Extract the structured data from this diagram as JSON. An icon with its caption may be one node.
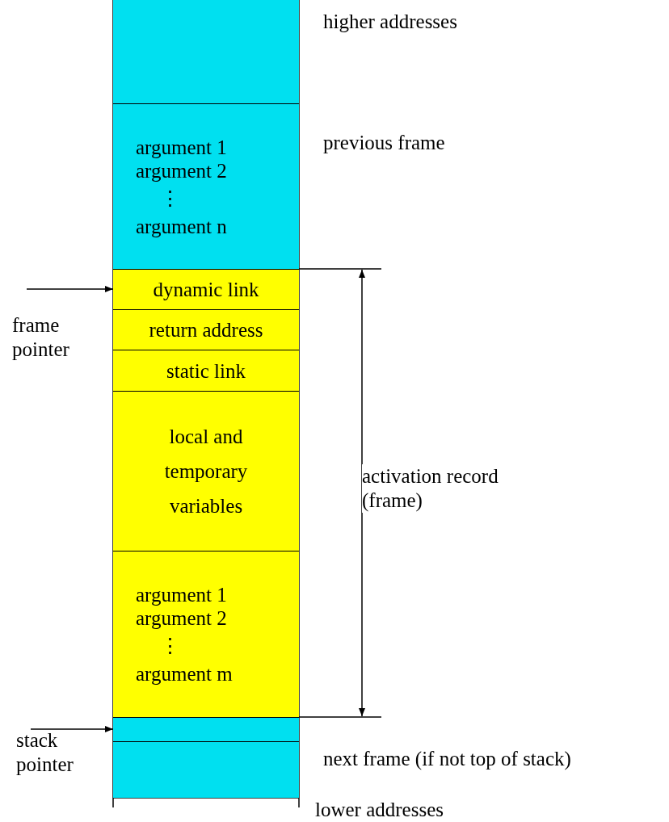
{
  "diagram": {
    "nodes": [
      {
        "text": [],
        "shape": "box"
      },
      {
        "text": [
          "argument 1",
          "argument 2",
          "⋮",
          "argument n"
        ]
      },
      {
        "text": [
          "dynamic link"
        ]
      },
      {
        "text": [
          "return address"
        ]
      },
      {
        "text": [
          "static link"
        ]
      },
      {
        "text": [
          "local and temporary variables"
        ]
      },
      {
        "text": [
          "argument 1",
          "argument 2",
          "⋮",
          "argument m"
        ]
      },
      {
        "text": [],
        "shape": "box"
      },
      {
        "text": [],
        "shape": "box"
      },
      {
        "text": [
          "frame pointer"
        ]
      },
      {
        "text": [
          "stack pointer"
        ]
      }
    ],
    "edges": [
      {
        "from": 9,
        "to": 2,
        "arrow": "to"
      },
      {
        "from": 10,
        "to": 7,
        "arrow": "to"
      }
    ],
    "labels": [
      "higher addresses",
      "previous frame",
      "activation record (frame)",
      "next frame (if not top of stack)",
      "lower addresses"
    ]
  }
}
